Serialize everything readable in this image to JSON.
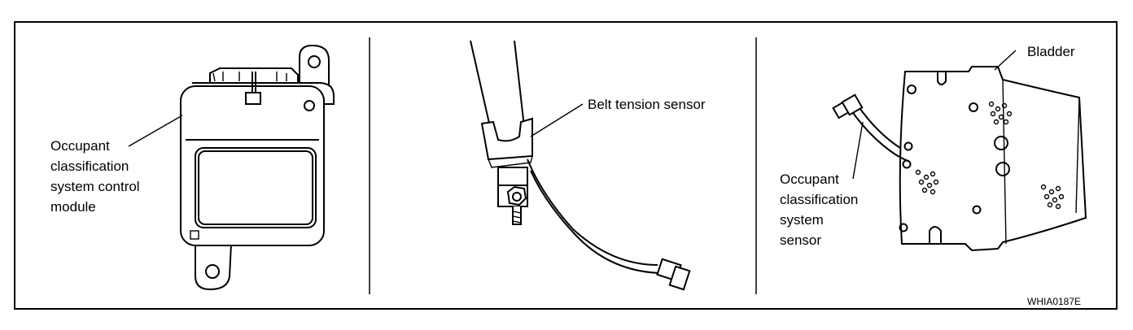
{
  "labels": {
    "module": "Occupant\nclassification\nsystem control\nmodule",
    "belt": "Belt tension sensor",
    "bladder": "Bladder",
    "sensor": "Occupant\nclassification\nsystem\nsensor"
  },
  "figure_code": "WHIA0187E",
  "colors": {
    "ink": "#000000",
    "background": "#ffffff"
  }
}
